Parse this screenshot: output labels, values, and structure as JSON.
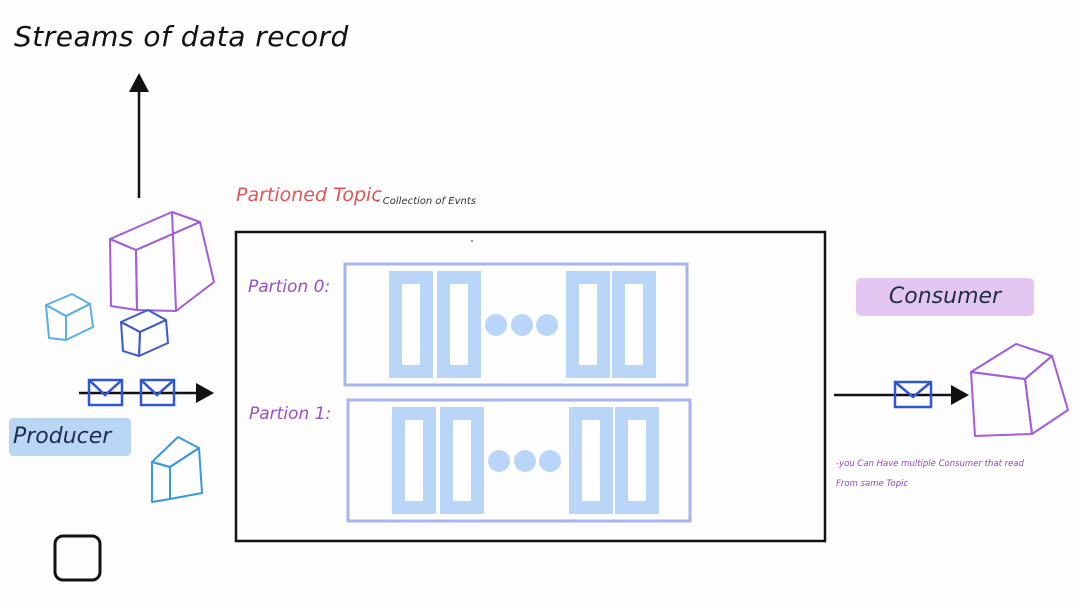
{
  "title": "Streams of data record",
  "topic": {
    "label": "Partioned Topic",
    "description": "- Collection of Evnts"
  },
  "partitions": [
    {
      "label": "Partion 0:"
    },
    {
      "label": "Partion 1:"
    }
  ],
  "producer": {
    "label": "Producer"
  },
  "consumer": {
    "label": "Consumer"
  },
  "note": {
    "line1": "-you Can Have multiple Consumer that read",
    "line2": "From same Topic"
  },
  "colors": {
    "title_ink": "#111111",
    "topic_label": "#e05555",
    "partition_label": "#9b4fcf",
    "partition_fill": "#b9d6f8",
    "partition_border": "#a7b4f0",
    "producer_badge": "#b9d6f5",
    "consumer_badge": "#e4c6f2",
    "cube_purple": "#a35cdb",
    "cube_lightblue": "#5ab0e6",
    "cube_blue": "#3b5bcc",
    "message_blue": "#2e56d6",
    "note_text": "#9b3fcf"
  },
  "icons": [
    "up-arrow-icon",
    "right-arrow-icon",
    "cube-icon",
    "message-envelope-icon",
    "square-icon"
  ]
}
